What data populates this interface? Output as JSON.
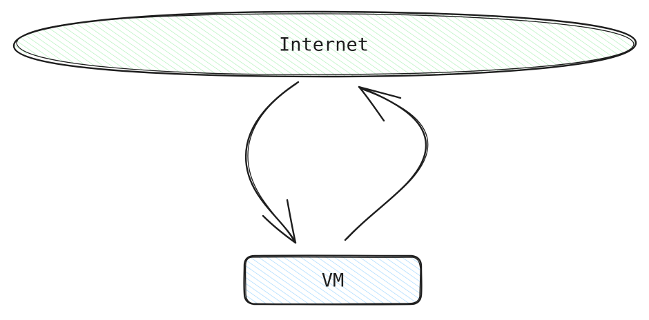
{
  "nodes": {
    "internet": {
      "label": "Internet",
      "shape": "ellipse",
      "fill_color": "#b2f2bb"
    },
    "vm": {
      "label": "VM",
      "shape": "rounded-rectangle",
      "fill_color": "#a5d8ff"
    }
  },
  "edges": [
    {
      "from": "internet",
      "to": "vm"
    },
    {
      "from": "vm",
      "to": "internet"
    }
  ],
  "colors": {
    "stroke": "#1e1e1e",
    "background": "#ffffff"
  }
}
